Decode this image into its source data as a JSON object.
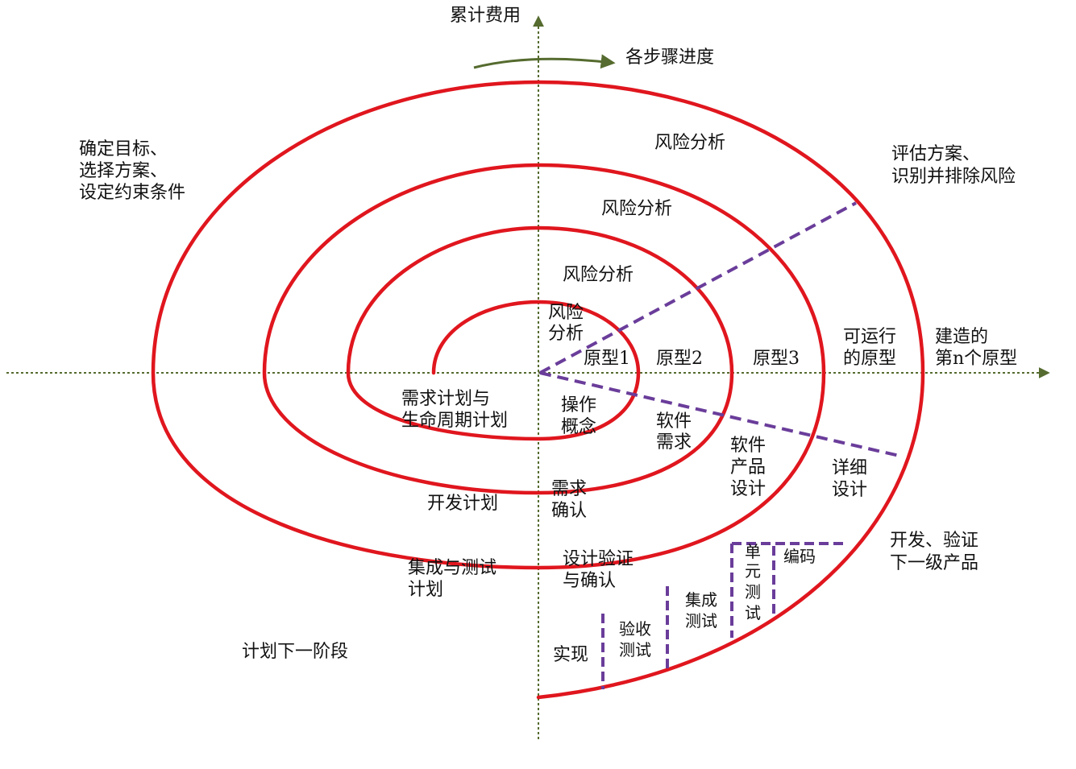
{
  "axes": {
    "vertical_title": "累计费用",
    "progress_label": "各步骤进度"
  },
  "quadrants": {
    "top_left": [
      "确定目标、",
      "选择方案、",
      "设定约束条件"
    ],
    "top_right": [
      "评估方案、",
      "识别并排除风险"
    ],
    "bottom_right": [
      "开发、验证",
      "下一级产品"
    ],
    "bottom_left": "计划下一阶段"
  },
  "risk_analysis": {
    "outer": "风险分析",
    "middle": "风险分析",
    "inner": "风险分析",
    "innermost": [
      "风险",
      "分析"
    ]
  },
  "prototypes": {
    "p1": "原型1",
    "p2": "原型2",
    "p3": "原型3",
    "operational": [
      "可运行",
      "的原型"
    ],
    "nth": [
      "建造的",
      "第n个原型"
    ]
  },
  "development": {
    "concept": [
      "操作",
      "概念"
    ],
    "software_req": [
      "软件",
      "需求"
    ],
    "product_design": [
      "软件",
      "产品",
      "设计"
    ],
    "detailed_design": [
      "详细",
      "设计"
    ],
    "coding": "编码",
    "unit_test": [
      "单",
      "元",
      "测",
      "试"
    ],
    "integration_test": [
      "集成",
      "测试"
    ],
    "acceptance_test": [
      "验收",
      "测试"
    ],
    "implementation": "实现"
  },
  "validation": {
    "req_validation": [
      "需求",
      "确认"
    ],
    "design_validation": [
      "设计验证",
      "与确认"
    ]
  },
  "planning": {
    "req_plan": [
      "需求计划与",
      "生命周期计划"
    ],
    "dev_plan": "开发计划",
    "integration_plan": [
      "集成与测试",
      "计划"
    ]
  },
  "colors": {
    "spiral": "#e0161e",
    "dashed": "#6a3d9a",
    "axis": "#556b2f",
    "text": "#111111"
  }
}
